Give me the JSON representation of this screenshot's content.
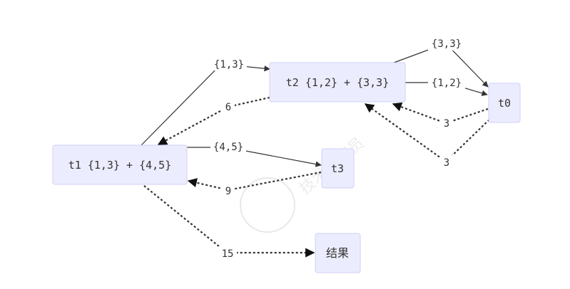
{
  "nodes": {
    "t1": {
      "label": "t1 {1,3} + {4,5}"
    },
    "t2": {
      "label": "t2 {1,2} + {3,3}"
    },
    "t0": {
      "label": "t0"
    },
    "t3": {
      "label": "t3"
    },
    "result": {
      "label": "结果"
    }
  },
  "edges": {
    "t1_to_t2": {
      "label": "{1,3}"
    },
    "t2_to_t1": {
      "label": "6"
    },
    "t1_to_t3": {
      "label": "{4,5}"
    },
    "t3_to_t1": {
      "label": "9"
    },
    "t1_to_result": {
      "label": "15"
    },
    "t2_to_t0_top": {
      "label": "{3,3}"
    },
    "t2_to_t0_mid": {
      "label": "{1,2}"
    },
    "t0_to_t2_a": {
      "label": "3"
    },
    "t0_to_t2_b": {
      "label": "3"
    }
  },
  "watermark": {
    "text": "技术程序员"
  },
  "colors": {
    "node_fill": "#ececff",
    "node_border": "#cfcff5",
    "line": "#333333"
  }
}
